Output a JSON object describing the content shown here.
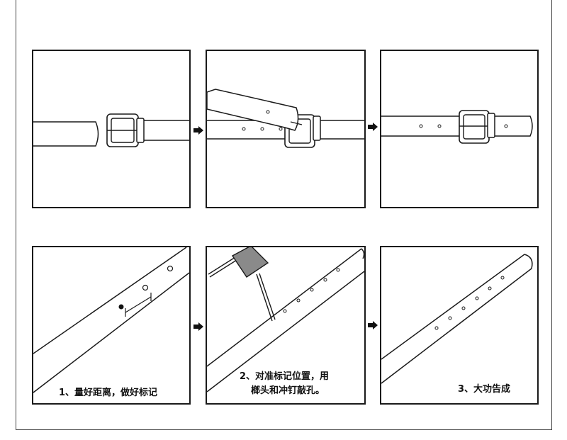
{
  "steps": [
    {
      "caption": "1、量好距离，做好标记"
    },
    {
      "caption_line1": "2、对准标记位置，用",
      "caption_line2": "榔头和冲钉敲孔。"
    },
    {
      "caption": "3、大功告成"
    }
  ],
  "colors": {
    "stroke": "#1a1a1a",
    "border": "#1a1a1a",
    "background": "#ffffff",
    "frame": "#444444"
  }
}
